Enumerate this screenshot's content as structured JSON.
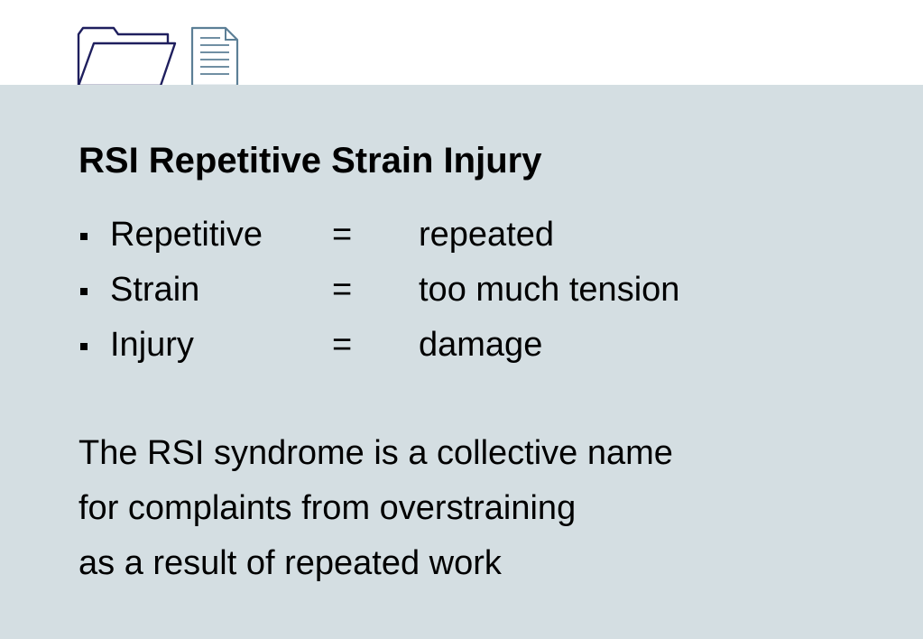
{
  "header": {
    "icons": [
      "folder-icon",
      "document-icon"
    ]
  },
  "colors": {
    "panel_background": "#d4dee2",
    "folder_icon_stroke": "#1f1f5e",
    "document_icon_stroke": "#5c7f96",
    "text": "#000000"
  },
  "slide": {
    "title": "RSI Repetitive Strain Injury",
    "definitions": [
      {
        "term": "Repetitive",
        "separator": "=",
        "meaning": "repeated"
      },
      {
        "term": "Strain",
        "separator": "=",
        "meaning": "too much tension"
      },
      {
        "term": "Injury",
        "separator": "=",
        "meaning": "damage"
      }
    ],
    "description_lines": [
      "The RSI syndrome is a collective name",
      "for complaints from overstraining",
      "as a result of repeated work"
    ]
  }
}
